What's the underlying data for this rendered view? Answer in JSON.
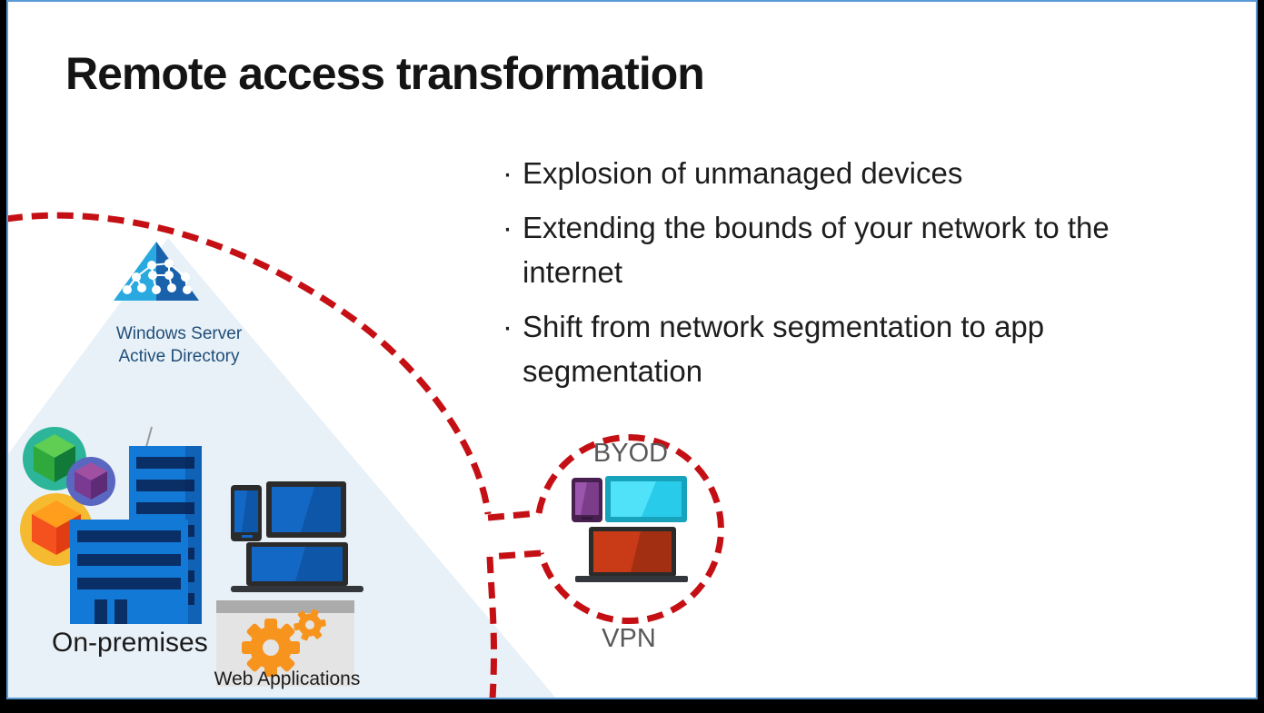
{
  "slide": {
    "title": "Remote access transformation",
    "bullet_char": "·",
    "bullets": [
      "Explosion of unmanaged devices",
      "Extending the bounds of your network to the internet",
      "Shift from network segmentation to app segmentation"
    ],
    "diagram": {
      "ad_label_line1": "Windows Server",
      "ad_label_line2": "Active Directory",
      "on_premises_label": "On-premises",
      "web_apps_label": "Web Applications",
      "byod_label": "BYOD",
      "vpn_label": "VPN"
    },
    "icons": {
      "active_directory": "pyramid-with-network-nodes",
      "on_premises": "office-buildings",
      "managed_devices": "phone-monitor-laptop-blue",
      "web_applications": "browser-window-with-gears",
      "byod_devices": "phone-monitor-laptop-colored",
      "boundary": "red-dashed-arc-with-vpn-bubble"
    },
    "colors": {
      "boundary_red": "#C41014",
      "spotlight_triangle_fill": "#E9F1F8",
      "slide_border_blue": "#5B9BD5",
      "building_blue": "#1279D7",
      "building_stripe_navy": "#0A2E66",
      "screen_blue": "#1468C5",
      "gear_orange": "#F7941D",
      "pyramid_left_blue": "#2AA9E0",
      "pyramid_right_blue": "#1A61AC",
      "label_gray": "#595959",
      "ad_text_blue": "#1F4E79",
      "byod_cyan": "#4FE2F9",
      "byod_purple": "#7B3D8A",
      "byod_red": "#C93A16"
    }
  }
}
